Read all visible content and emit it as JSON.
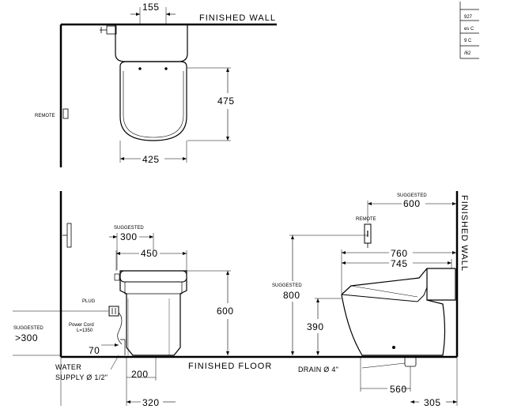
{
  "labels": {
    "finished_wall_top": "FINISHED WALL",
    "finished_wall_side": "FINISHED WALL",
    "finished_floor": "FINISHED FLOOR",
    "remote_top": "REMOTE",
    "remote_side": "REMOTE",
    "suggested_600": "SUGGESTED",
    "suggested_300": "SUGGESTED",
    "suggested_800": "SUGGESTED",
    "suggested_left": "SUGGESTED",
    "plug": "PLUG",
    "power_cord_1": "Power Cord",
    "power_cord_2": "L=1350",
    "water_supply_1": "WATER",
    "water_supply_2": "SUPPLY Ø 1/2\"",
    "drain": "DRAIN Ø 4\""
  },
  "dimensions": {
    "d155": "155",
    "d475": "475",
    "d425": "425",
    "d600_top": "600",
    "d300_top": "300",
    "d450": "450",
    "d600_height": "600",
    "d300_left": ">300",
    "d70": "70",
    "d200": "200",
    "d320": "320",
    "d760": "760",
    "d745": "745",
    "d800": "800",
    "d390": "390",
    "d560": "560",
    "d305": "305"
  },
  "table_fragments": [
    "927",
    "es C",
    "9 C",
    "/62"
  ],
  "colors": {
    "line": "#000000",
    "background": "#ffffff"
  }
}
